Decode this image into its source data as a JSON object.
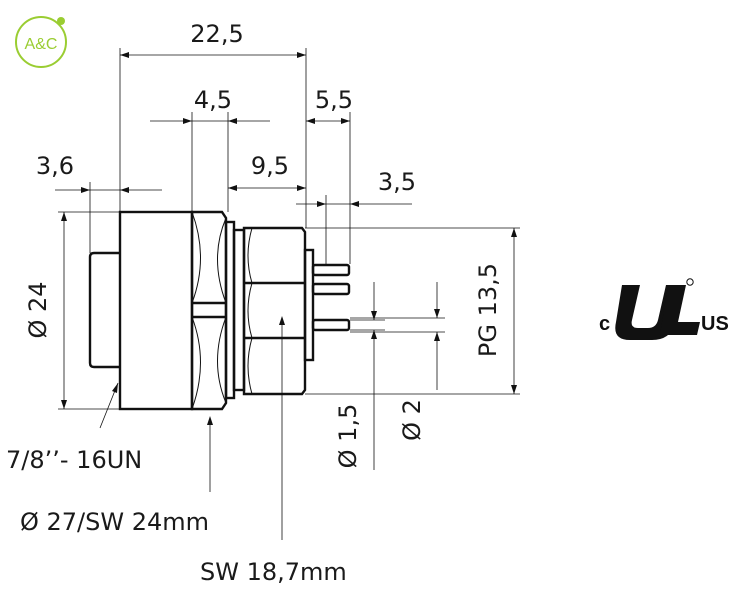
{
  "logo": {
    "text": "A&C",
    "color": "#9acd32"
  },
  "dimensions": {
    "overall_length": "22,5",
    "nut_width": "4,5",
    "pin_length": "5,5",
    "flange_length": "3,6",
    "body_length": "9,5",
    "pin_offset": "3,5",
    "diameter_body": "Ø 24",
    "thread_pg": "PG 13,5",
    "pin_diameter_small": "Ø 1,5",
    "pin_diameter_large": "Ø 2"
  },
  "callouts": {
    "thread": "7/8’’- 16UN",
    "nut": "Ø 27/SW 24mm",
    "hex": "SW 18,7mm"
  },
  "certification": {
    "mark": "UL recognized",
    "left": "c",
    "right": "US"
  }
}
